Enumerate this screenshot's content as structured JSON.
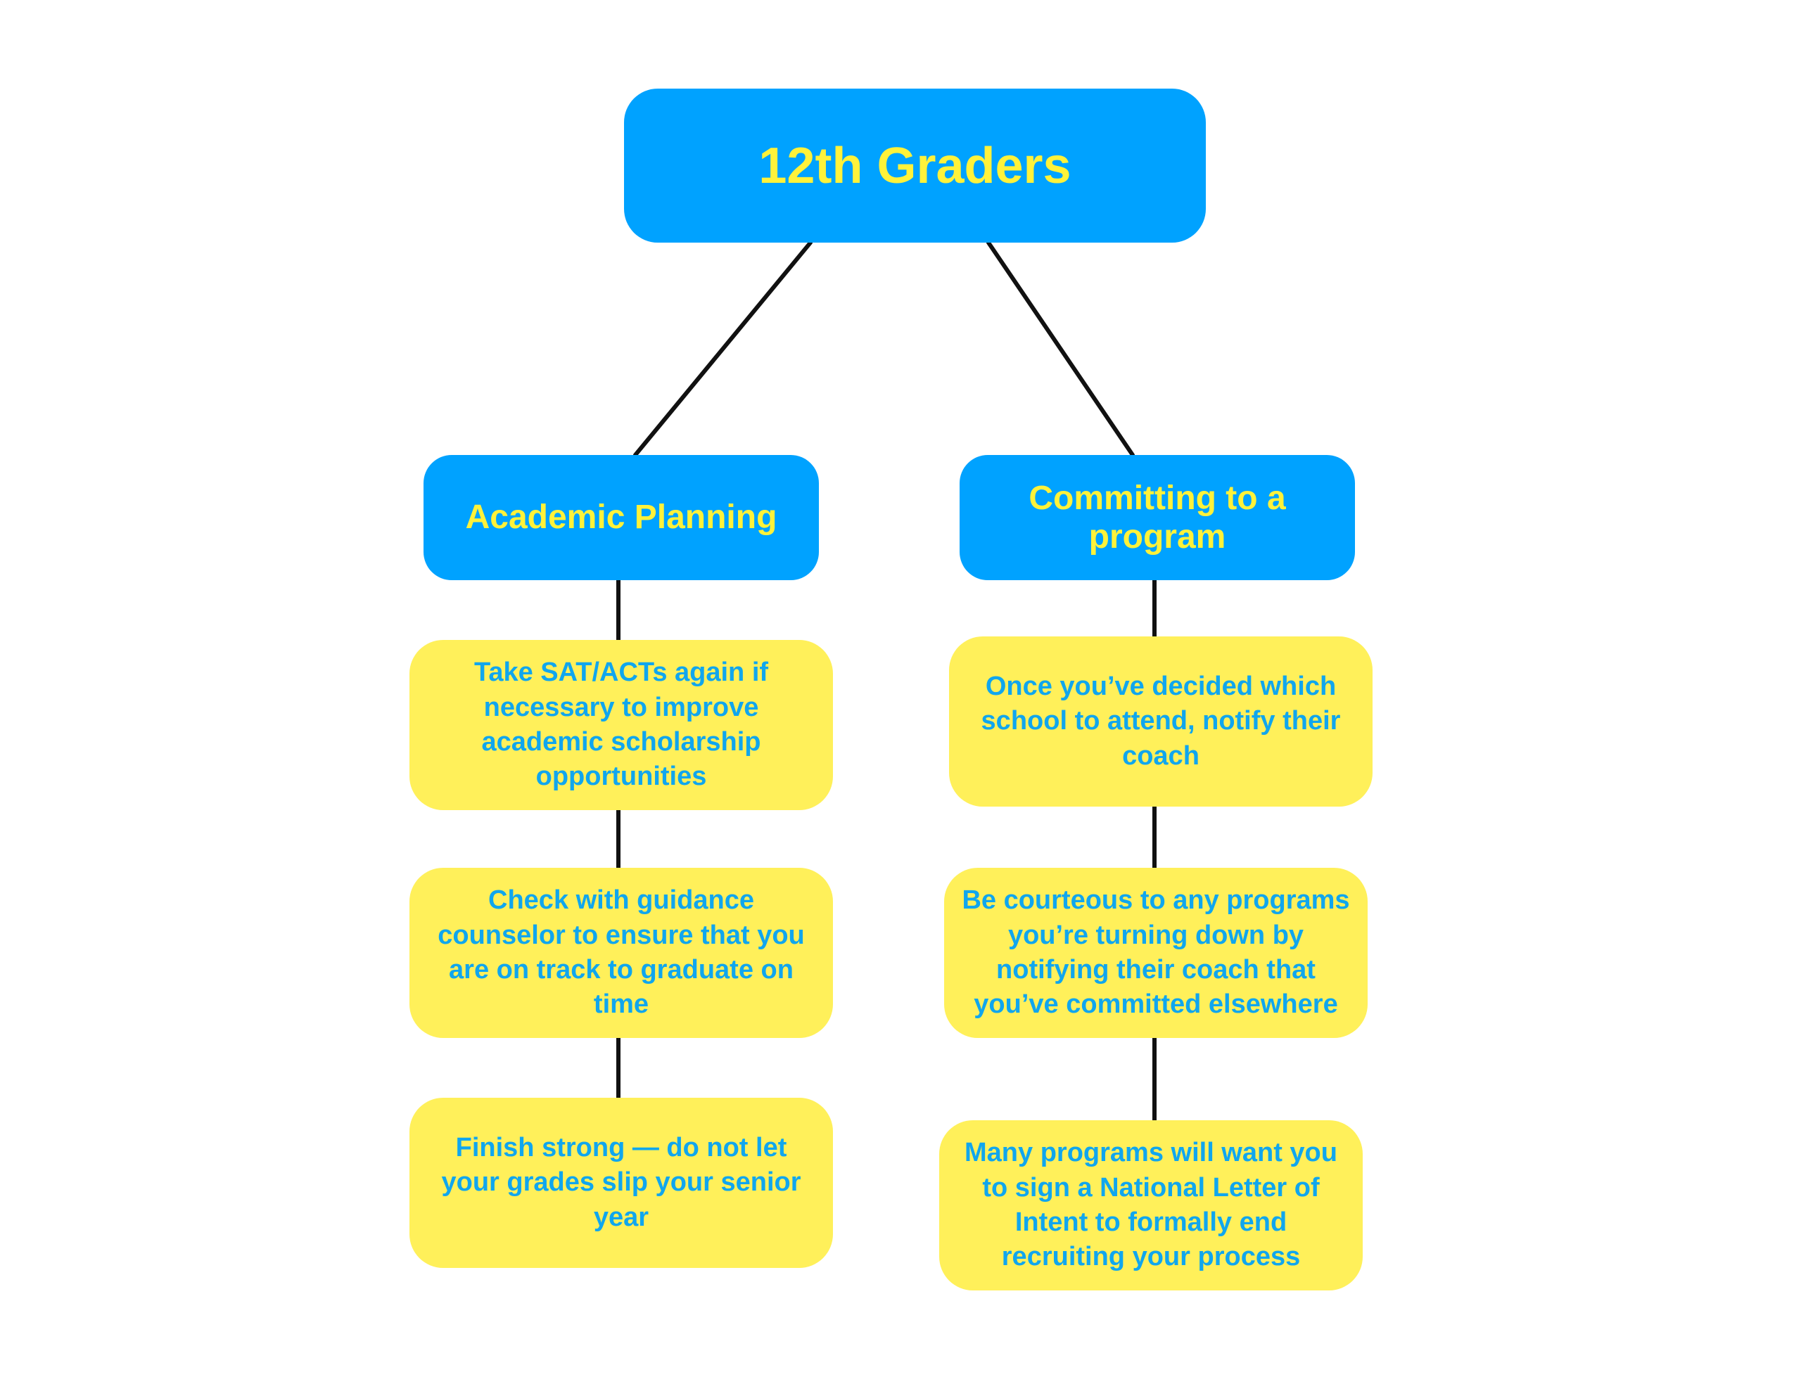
{
  "colors": {
    "blue_node": "#00A2FF",
    "yellow_node": "#FFF05A",
    "blue_text": "#10A6EE",
    "yellow_text": "#FFF23A",
    "connector": "#111111",
    "background": "#FFFFFF"
  },
  "diagram": {
    "root": {
      "label": "12th Graders"
    },
    "branches": [
      {
        "label": "Academic Planning",
        "steps": [
          "Take SAT/ACTs again if necessary to improve academic scholarship opportunities",
          "Check with guidance counselor to ensure that you are on track to graduate on time",
          "Finish strong — do not let your grades slip your senior year"
        ]
      },
      {
        "label": "Committing to a program",
        "steps": [
          "Once you’ve decided which school to attend, notify their coach",
          "Be courteous to any programs you’re turning down by notifying their coach that you’ve committed elsewhere",
          "Many programs will want you to sign a National Letter of Intent to formally end recruiting your process"
        ]
      }
    ]
  }
}
